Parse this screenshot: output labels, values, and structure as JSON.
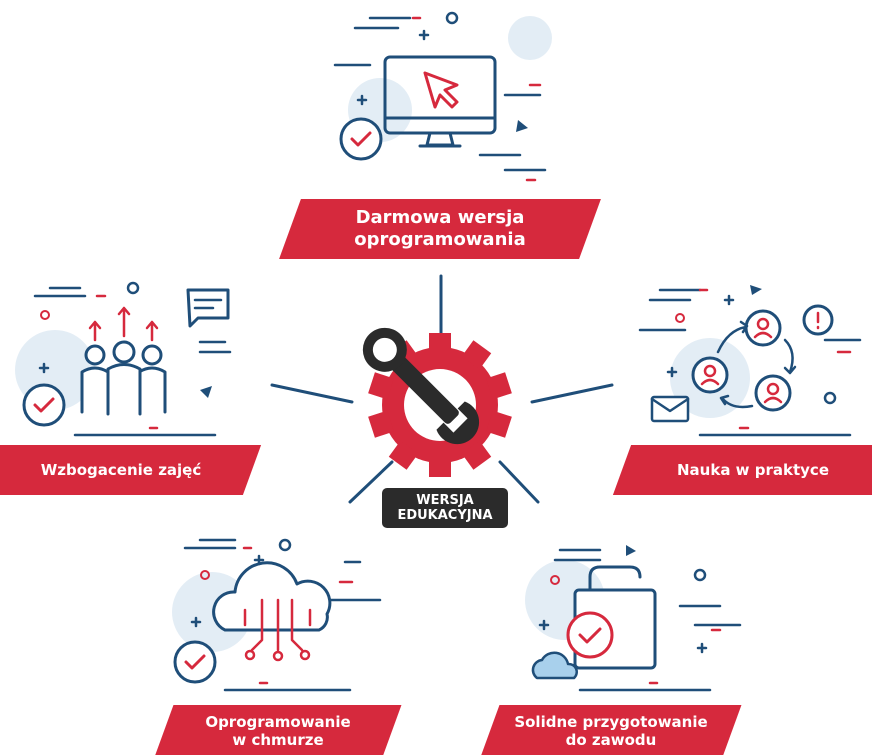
{
  "center": {
    "badge_line1": "WERSJA",
    "badge_line2": "EDUKACYJNA",
    "icon": "gear-wrench-icon"
  },
  "features": [
    {
      "label_line1": "Darmowa wersja",
      "label_line2": "oprogramowania",
      "icon": "monitor-cursor-icon"
    },
    {
      "label_line1": "Wzbogacenie zajęć",
      "icon": "people-growth-icon"
    },
    {
      "label_line1": "Nauka w praktyce",
      "icon": "people-cycle-icon"
    },
    {
      "label_line1": "Oprogramowanie",
      "label_line2": "w chmurze",
      "icon": "cloud-circuit-icon"
    },
    {
      "label_line1": "Solidne przygotowanie",
      "label_line2": "do zawodu",
      "icon": "certificate-icon"
    }
  ],
  "colors": {
    "accent": "#d6293d",
    "navy": "#1f4e79",
    "dark": "#2b2b2b",
    "light": "#e3edf5"
  }
}
